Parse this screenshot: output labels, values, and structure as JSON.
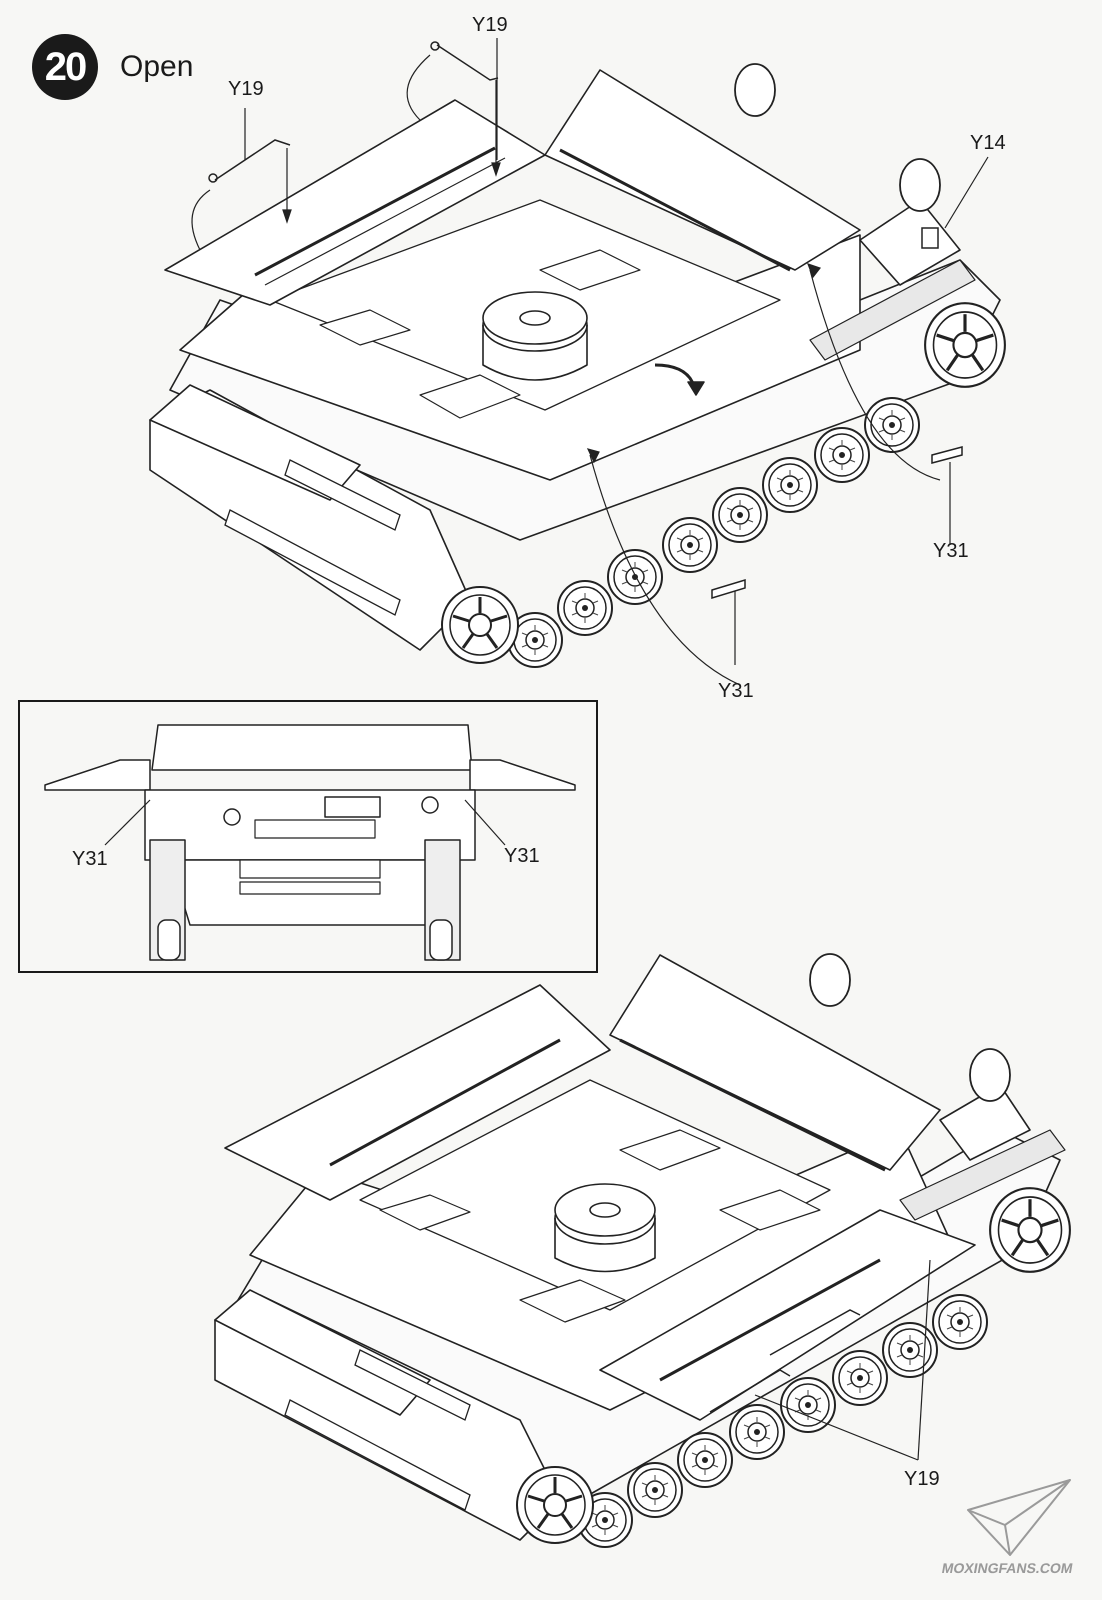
{
  "step": {
    "number": "20",
    "title": "Open"
  },
  "callouts": {
    "top_left_y19": "Y19",
    "top_center_y19": "Y19",
    "top_right_y14": "Y14",
    "right_y31": "Y31",
    "bottom_y31": "Y31",
    "inset_left_y31": "Y31",
    "inset_right_y31": "Y31",
    "lower_y19": "Y19"
  },
  "watermark": {
    "text": "MOXINGFANS.COM"
  }
}
